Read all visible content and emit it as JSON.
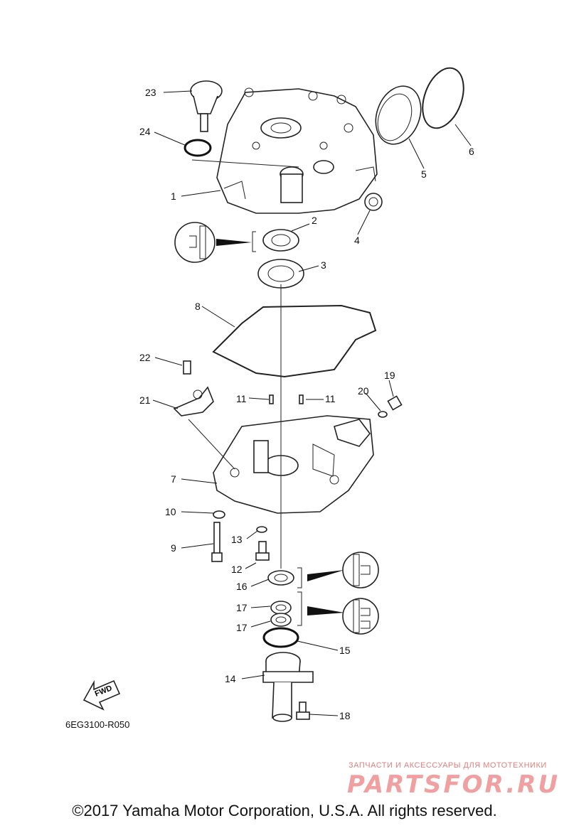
{
  "parts": [
    {
      "label": "1"
    },
    {
      "label": "2"
    },
    {
      "label": "3"
    },
    {
      "label": "4"
    },
    {
      "label": "5"
    },
    {
      "label": "6"
    },
    {
      "label": "7"
    },
    {
      "label": "8"
    },
    {
      "label": "9"
    },
    {
      "label": "10"
    },
    {
      "label": "11"
    },
    {
      "label": "11"
    },
    {
      "label": "12"
    },
    {
      "label": "13"
    },
    {
      "label": "14"
    },
    {
      "label": "15"
    },
    {
      "label": "16"
    },
    {
      "label": "17"
    },
    {
      "label": "17"
    },
    {
      "label": "18"
    },
    {
      "label": "19"
    },
    {
      "label": "20"
    },
    {
      "label": "21"
    },
    {
      "label": "22"
    },
    {
      "label": "23"
    },
    {
      "label": "24"
    }
  ],
  "fwd_label": "FWD",
  "diagram_code": "6EG3100-R050",
  "watermark": {
    "caption": "ЗАПЧАСТИ И АКСЕССУАРЫ ДЛЯ МОТОТЕХНИКИ",
    "logo": "PARTSFOR.RU"
  },
  "copyright": "©2017 Yamaha Motor Corporation, U.S.A. All rights reserved."
}
